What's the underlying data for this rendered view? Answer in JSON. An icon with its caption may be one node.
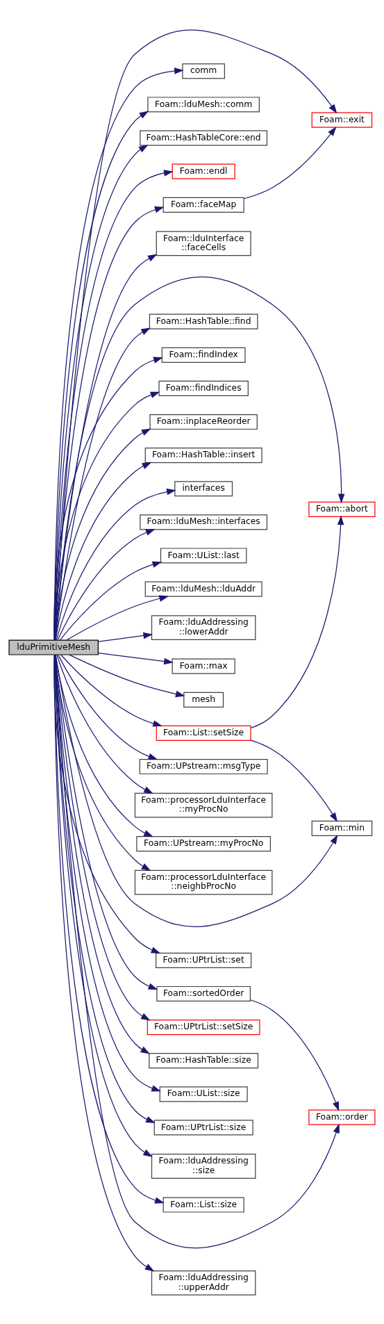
{
  "diagram": {
    "nodes": [
      {
        "text": [
          "lduPrimitiveMesh"
        ]
      },
      {
        "text": [
          "comm"
        ]
      },
      {
        "text": [
          "Foam::lduMesh::comm"
        ]
      },
      {
        "text": [
          "Foam::HashTableCore::end"
        ]
      },
      {
        "text": [
          "Foam::endl"
        ]
      },
      {
        "text": [
          "Foam::faceMap"
        ]
      },
      {
        "text": [
          "Foam::lduInterface ::faceCells"
        ]
      },
      {
        "text": [
          "Foam::HashTable::find"
        ]
      },
      {
        "text": [
          "Foam::findIndex"
        ]
      },
      {
        "text": [
          "Foam::findIndices"
        ]
      },
      {
        "text": [
          "Foam::inplaceReorder"
        ]
      },
      {
        "text": [
          "Foam::HashTable::insert"
        ]
      },
      {
        "text": [
          "interfaces"
        ]
      },
      {
        "text": [
          "Foam::lduMesh::interfaces"
        ]
      },
      {
        "text": [
          "Foam::UList::last"
        ]
      },
      {
        "text": [
          "Foam::lduMesh::lduAddr"
        ]
      },
      {
        "text": [
          "Foam::lduAddressing ::lowerAddr"
        ]
      },
      {
        "text": [
          "Foam::max"
        ]
      },
      {
        "text": [
          "mesh"
        ]
      },
      {
        "text": [
          "Foam::List::setSize"
        ]
      },
      {
        "text": [
          "Foam::UPstream::msgType"
        ]
      },
      {
        "text": [
          "Foam::processorLduInterface ::myProcNo"
        ]
      },
      {
        "text": [
          "Foam::UPstream::myProcNo"
        ]
      },
      {
        "text": [
          "Foam::processorLduInterface ::neighbProcNo"
        ]
      },
      {
        "text": [
          "Foam::UPtrList::set"
        ]
      },
      {
        "text": [
          "Foam::sortedOrder"
        ]
      },
      {
        "text": [
          "Foam::UPtrList::setSize"
        ]
      },
      {
        "text": [
          "Foam::HashTable::size"
        ]
      },
      {
        "text": [
          "Foam::UList::size"
        ]
      },
      {
        "text": [
          "Foam::UPtrList::size"
        ]
      },
      {
        "text": [
          "Foam::lduAddressing ::size"
        ]
      },
      {
        "text": [
          "Foam::List::size"
        ]
      },
      {
        "text": [
          "Foam::lduAddressing ::upperAddr"
        ]
      },
      {
        "text": [
          "Foam::exit"
        ]
      },
      {
        "text": [
          "Foam::abort"
        ]
      },
      {
        "text": [
          "Foam::min"
        ]
      },
      {
        "text": [
          "Foam::order"
        ]
      }
    ],
    "edges": [
      {
        "from": 0,
        "to": 33,
        "arrow": "to"
      },
      {
        "from": 0,
        "to": 1,
        "arrow": "to"
      },
      {
        "from": 0,
        "to": 2,
        "arrow": "to"
      },
      {
        "from": 0,
        "to": 3,
        "arrow": "to"
      },
      {
        "from": 0,
        "to": 4,
        "arrow": "to"
      },
      {
        "from": 0,
        "to": 5,
        "arrow": "to"
      },
      {
        "from": 0,
        "to": 6,
        "arrow": "to"
      },
      {
        "from": 0,
        "to": 34,
        "arrow": "to"
      },
      {
        "from": 0,
        "to": 7,
        "arrow": "to"
      },
      {
        "from": 0,
        "to": 8,
        "arrow": "to"
      },
      {
        "from": 0,
        "to": 9,
        "arrow": "to"
      },
      {
        "from": 0,
        "to": 10,
        "arrow": "to"
      },
      {
        "from": 0,
        "to": 11,
        "arrow": "to"
      },
      {
        "from": 0,
        "to": 12,
        "arrow": "to"
      },
      {
        "from": 0,
        "to": 13,
        "arrow": "to"
      },
      {
        "from": 0,
        "to": 14,
        "arrow": "to"
      },
      {
        "from": 0,
        "to": 15,
        "arrow": "to"
      },
      {
        "from": 0,
        "to": 16,
        "arrow": "to"
      },
      {
        "from": 0,
        "to": 17,
        "arrow": "to"
      },
      {
        "from": 0,
        "to": 18,
        "arrow": "to"
      },
      {
        "from": 0,
        "to": 19,
        "arrow": "to"
      },
      {
        "from": 0,
        "to": 20,
        "arrow": "to"
      },
      {
        "from": 0,
        "to": 21,
        "arrow": "to"
      },
      {
        "from": 0,
        "to": 22,
        "arrow": "to"
      },
      {
        "from": 0,
        "to": 23,
        "arrow": "to"
      },
      {
        "from": 0,
        "to": 35,
        "arrow": "to"
      },
      {
        "from": 0,
        "to": 24,
        "arrow": "to"
      },
      {
        "from": 0,
        "to": 25,
        "arrow": "to"
      },
      {
        "from": 0,
        "to": 26,
        "arrow": "to"
      },
      {
        "from": 0,
        "to": 27,
        "arrow": "to"
      },
      {
        "from": 0,
        "to": 28,
        "arrow": "to"
      },
      {
        "from": 0,
        "to": 29,
        "arrow": "to"
      },
      {
        "from": 0,
        "to": 30,
        "arrow": "to"
      },
      {
        "from": 0,
        "to": 31,
        "arrow": "to"
      },
      {
        "from": 0,
        "to": 36,
        "arrow": "to"
      },
      {
        "from": 0,
        "to": 32,
        "arrow": "to"
      },
      {
        "from": 5,
        "to": 33,
        "arrow": "to"
      },
      {
        "from": 19,
        "to": 34,
        "arrow": "to"
      },
      {
        "from": 19,
        "to": 35,
        "arrow": "to"
      },
      {
        "from": 25,
        "to": 36,
        "arrow": "to"
      }
    ]
  }
}
